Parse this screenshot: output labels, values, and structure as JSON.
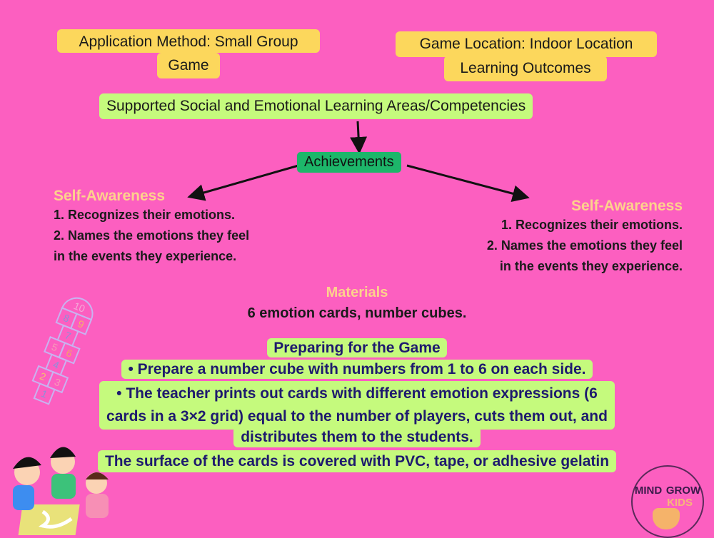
{
  "top": {
    "application_method": "Application Method: Small Group",
    "application_method_2": "Game",
    "game_location": "Game Location:  Indoor Location",
    "game_location_2": "Learning Outcomes"
  },
  "competencies": "Supported Social and Emotional Learning Areas/Competencies",
  "achievements": "Achievements",
  "left": {
    "title": "Self-Awareness",
    "lines": [
      "1. Recognizes their emotions.",
      "2. Names the emotions they feel",
      "in the events they experience."
    ]
  },
  "right": {
    "title": "Self-Awareness",
    "lines": [
      "1. Recognizes their emotions.",
      "2. Names the emotions they feel",
      "in the events they experience."
    ]
  },
  "materials": {
    "title": "Materials",
    "text": "6 emotion cards, number cubes."
  },
  "preparing": {
    "title": "Preparing for the Game",
    "lines": [
      "• Prepare a number cube with numbers from 1 to 6 on each side.",
      "• The teacher prints out cards with different emotion expressions (6",
      "cards in a 3×2 grid) equal to the number of players, cuts them out, and",
      "distributes them to the students."
    ],
    "last": "The surface of the cards is covered with PVC, tape, or adhesive gelatin"
  },
  "hopscotch": [
    "10",
    "8",
    "9",
    "7",
    "5",
    "6",
    "4",
    "2",
    "3",
    "1"
  ],
  "logo": {
    "line1": "MIND",
    "line2": "GROW",
    "line3": "KIDS"
  }
}
